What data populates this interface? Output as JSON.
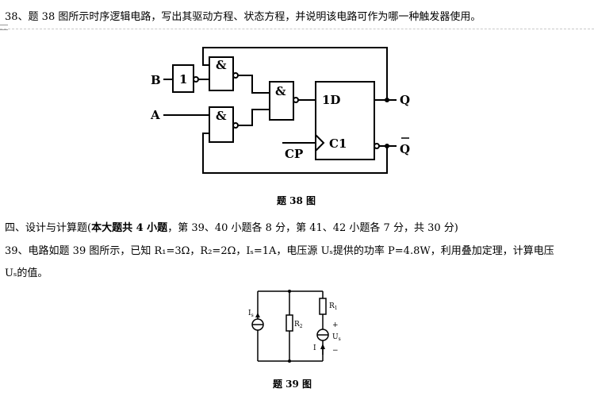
{
  "q38": {
    "text": "38、题 38 图所示时序逻辑电路，写出其驱动方程、状态方程，并说明该电路可作为哪一种触发器使用。"
  },
  "figure38": {
    "input_b": "B",
    "input_a": "A",
    "not_gate": "1",
    "and_gate": "&",
    "d_input": "1D",
    "clock_input": "C1",
    "clock_label": "CP",
    "output_q": "Q",
    "output_qbar": "Q",
    "caption": "题 38 图"
  },
  "section4": {
    "title_prefix": "四、设计与计算题(",
    "title_bold": "本大题共 4 小题",
    "title_suffix": "，第 39、40 小题各 8 分，第 41、42 小题各 7 分，共 30 分)"
  },
  "q39": {
    "text_1": "39、电路如题 39 图所示，已知 R₁=3Ω，R₂=2Ω，Iₛ=1A，电压源 Uₛ提供的功率 P=4.8W，利用叠加定理，计算电压",
    "text_2": "Uₛ的值。"
  },
  "figure39": {
    "is_label": "I",
    "is_sub": "s",
    "r1_label": "R",
    "r1_sub": "1",
    "r2_label": "R",
    "r2_sub": "2",
    "us_label": "U",
    "us_sub": "s",
    "plus": "+",
    "minus": "−",
    "i_label": "I",
    "caption": "题 39 图"
  }
}
